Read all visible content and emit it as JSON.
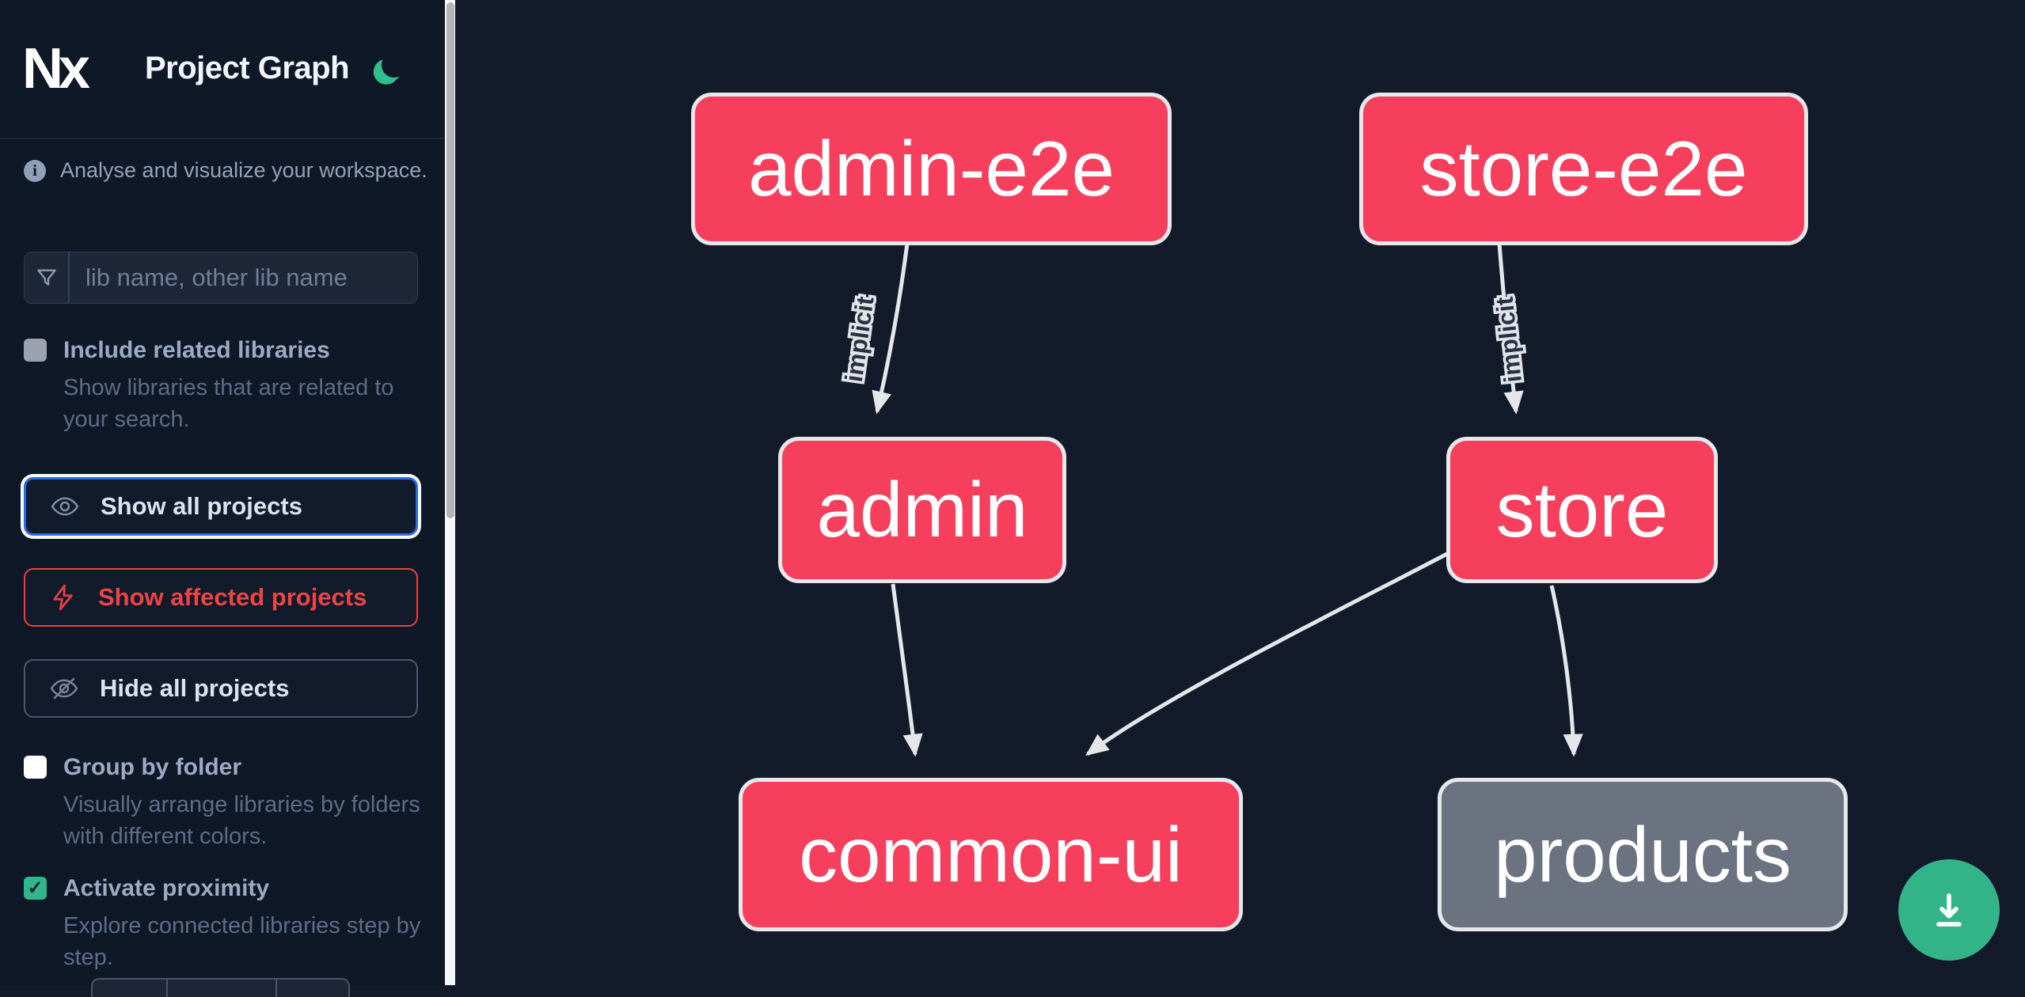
{
  "header": {
    "app_title": "Project Graph",
    "logo_text": "Nx",
    "theme_icon": "moon-icon"
  },
  "sidebar": {
    "tagline": "Analyse and visualize your workspace.",
    "search_placeholder": "lib name, other lib name",
    "include_related": {
      "label": "Include related libraries",
      "description": "Show libraries that are related to your search.",
      "checked": false
    },
    "actions": {
      "show_all": "Show all projects",
      "show_affected": "Show affected projects",
      "hide_all": "Hide all projects"
    },
    "group_by_folder": {
      "label": "Group by folder",
      "description": "Visually arrange libraries by folders with different colors.",
      "checked": false
    },
    "activate_proximity": {
      "label": "Activate proximity",
      "description": "Explore connected libraries step by step.",
      "checked": true,
      "checkmark": "✓"
    }
  },
  "graph": {
    "nodes": [
      {
        "id": "admin-e2e",
        "label": "admin-e2e",
        "type": "affected"
      },
      {
        "id": "store-e2e",
        "label": "store-e2e",
        "type": "affected"
      },
      {
        "id": "admin",
        "label": "admin",
        "type": "affected"
      },
      {
        "id": "store",
        "label": "store",
        "type": "affected"
      },
      {
        "id": "common-ui",
        "label": "common-ui",
        "type": "affected"
      },
      {
        "id": "products",
        "label": "products",
        "type": "default"
      }
    ],
    "edges": [
      {
        "from": "admin-e2e",
        "to": "admin",
        "label": "implicit"
      },
      {
        "from": "store-e2e",
        "to": "store",
        "label": "implicit"
      },
      {
        "from": "admin",
        "to": "common-ui",
        "label": ""
      },
      {
        "from": "store",
        "to": "common-ui",
        "label": ""
      },
      {
        "from": "store",
        "to": "products",
        "label": ""
      }
    ]
  },
  "fab": {
    "icon": "download-icon"
  },
  "colors": {
    "sidebar_bg": "#0f1827",
    "canvas_bg": "#131b2b",
    "node_affected": "#f63e5d",
    "node_default": "#6b7280",
    "node_border": "#e6e8eb",
    "edge": "#e4e6e9",
    "focus_border": "#2e6be0",
    "affected_red": "#ee4444",
    "green_accent": "#2fb78a",
    "fab_green": "#33b488"
  }
}
